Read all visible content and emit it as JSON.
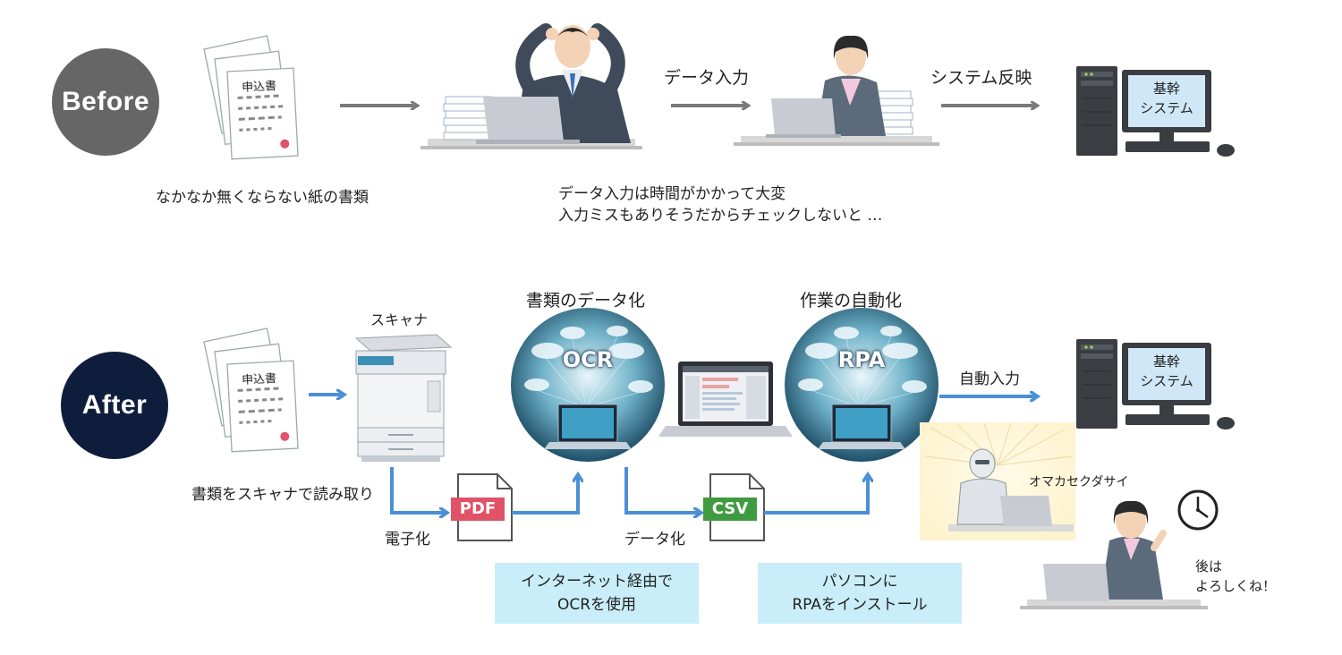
{
  "before": {
    "label": "Before",
    "form_label": "申込書",
    "caption_paper": "なかなか無くならない紙の書類",
    "arrow_data_entry": "データ入力",
    "arrow_system_reflect": "システム反映",
    "caption_worker_line1": "データ入力は時間がかかって大変",
    "caption_worker_line2": "入力ミスもありそうだからチェックしないと …",
    "server_line1": "基幹",
    "server_line2": "システム"
  },
  "after": {
    "label": "After",
    "form_label": "申込書",
    "scanner_label": "スキャナ",
    "caption_scan": "書類をスキャナで読み取り",
    "step_digitize": "電子化",
    "pdf_label": "PDF",
    "ocr_title": "書類のデータ化",
    "ocr_label": "OCR",
    "step_data": "データ化",
    "csv_label": "CSV",
    "rpa_title": "作業の自動化",
    "rpa_label": "RPA",
    "arrow_auto_input": "自動入力",
    "robot_speech": "オマカセクダサイ",
    "worker_speech_line1": "後は",
    "worker_speech_line2": "よろしくね！",
    "note_ocr_line1": "インターネット経由で",
    "note_ocr_line2": "OCRを使用",
    "note_rpa_line1": "パソコンに",
    "note_rpa_line2": "RPAをインストール",
    "server_line1": "基幹",
    "server_line2": "システム"
  },
  "colors": {
    "before_circle": "#666666",
    "after_circle": "#0f1d3d",
    "gray_arrow": "#7a7a7a",
    "blue_arrow": "#4b8fd6",
    "pdf_badge": "#e05265",
    "csv_badge": "#3f9b3f",
    "note_box": "#c9eef9"
  }
}
